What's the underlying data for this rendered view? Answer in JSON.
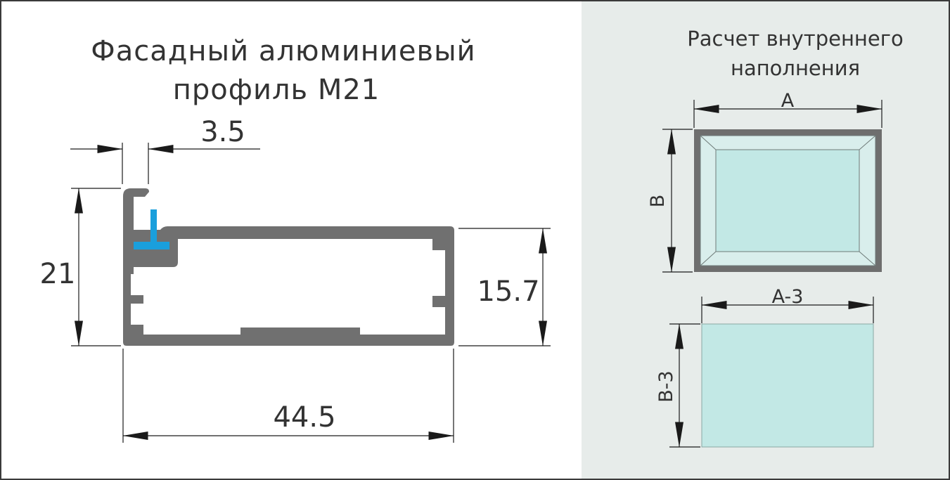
{
  "left_panel": {
    "title_line1": "Фасадный алюминиевый",
    "title_line2": "профиль М21",
    "dims": {
      "lip_width": "3.5",
      "total_height": "21",
      "body_height": "15.7",
      "total_width": "44.5"
    }
  },
  "right_panel": {
    "title_line1": "Расчет внутреннего",
    "title_line2": "наполнения",
    "frame_dims": {
      "width": "A",
      "height": "B"
    },
    "fill_dims": {
      "width": "A-3",
      "height": "B-3"
    }
  },
  "colors": {
    "profile": "#707070",
    "seal": "#1a9fdc",
    "glass": "#c2e8e5",
    "panel_bg": "#e7ecea",
    "line": "#333333"
  }
}
